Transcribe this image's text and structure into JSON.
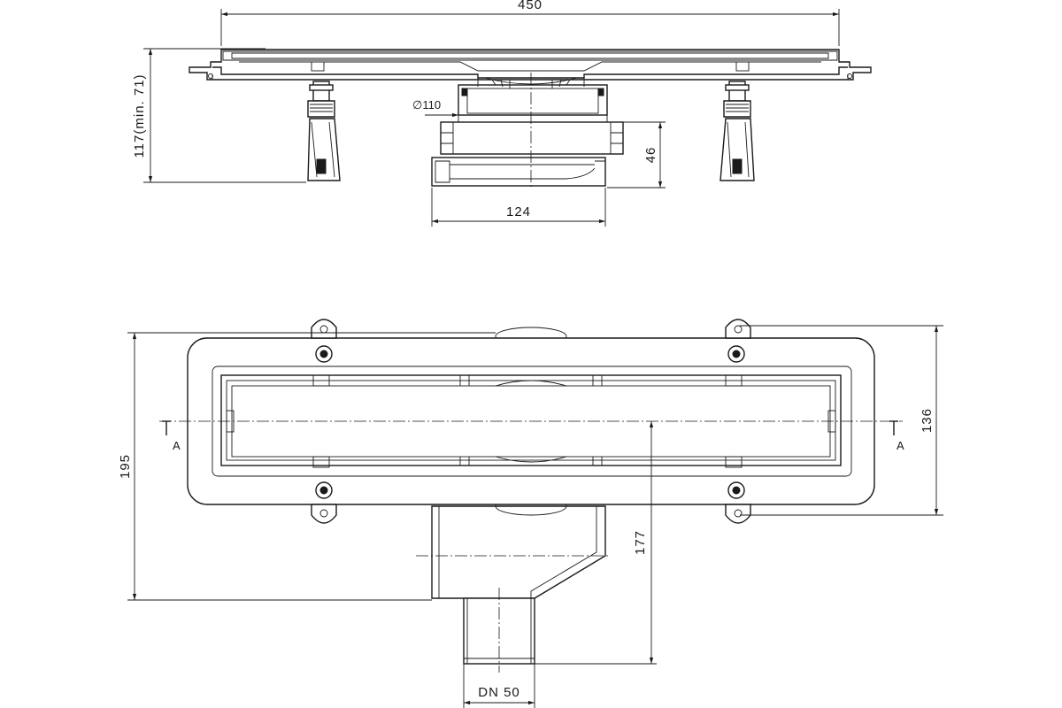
{
  "dimensions": {
    "overall_length": "450",
    "height_adjust": "117(min. 71)",
    "pipe_diameter": "∅110",
    "outlet_height": "46",
    "outlet_width": "124",
    "total_width": "195",
    "frame_width": "136",
    "outlet_offset": "177",
    "outlet_size": "DN 50"
  },
  "section_marks": {
    "left": "A",
    "right": "A"
  }
}
